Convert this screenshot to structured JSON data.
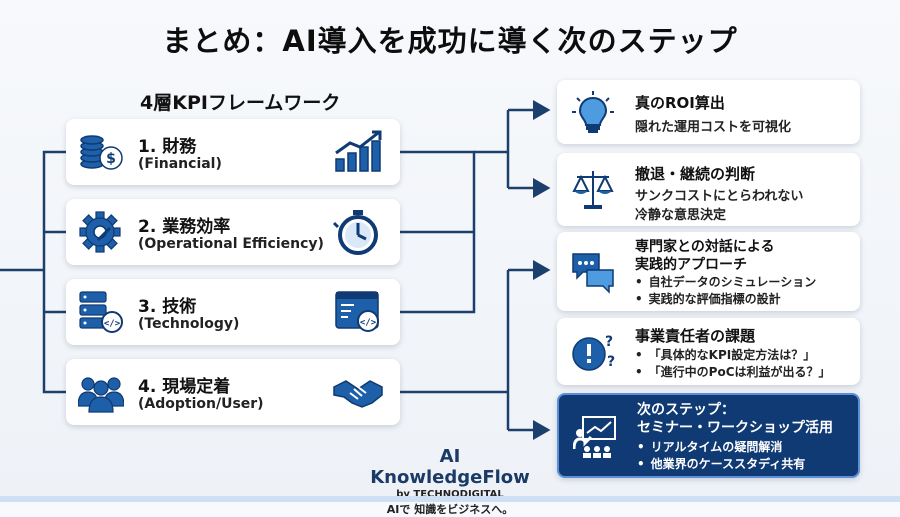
{
  "title": "まとめ：AI導入を成功に導く次のステップ",
  "framework": {
    "title": "4層KPIフレームワーク",
    "items": [
      {
        "name": "1. 財務",
        "sub": "(Financial)",
        "left_icon": "coins-icon",
        "right_icon": "growth-chart-icon"
      },
      {
        "name": "2. 業務効率",
        "sub": "(Operational Efficiency)",
        "left_icon": "gear-icon",
        "right_icon": "stopwatch-icon"
      },
      {
        "name": "3. 技術",
        "sub": "(Technology)",
        "left_icon": "server-icon",
        "right_icon": "code-window-icon"
      },
      {
        "name": "4. 現場定着",
        "sub": "(Adoption/User)",
        "left_icon": "users-icon",
        "right_icon": "handshake-icon"
      }
    ]
  },
  "steps": [
    {
      "icon": "lightbulb-icon",
      "head": "真のROI算出",
      "desc": "隠れた運用コストを可視化"
    },
    {
      "icon": "scales-icon",
      "head": "撤退・継続の判断",
      "desc_lines": [
        "サンクコストにとらわれない",
        "冷静な意思決定"
      ]
    },
    {
      "icon": "chat-bubbles-icon",
      "head_lines": [
        "専門家との対話による",
        "実践的アプローチ"
      ],
      "bullets": [
        "自社データのシミュレーション",
        "実践的な評価指標の設計"
      ]
    },
    {
      "icon": "question-exclaim-icon",
      "head": "事業責任者の課題",
      "bullets": [
        "「具体的なKPI設定方法は？」",
        "「進行中のPoCは利益が出る？」"
      ]
    },
    {
      "icon": "presentation-icon",
      "head_lines": [
        "次のステップ：",
        "セミナー・ワークショップ活用"
      ],
      "bullets": [
        "リアルタイムの疑問解消",
        "他業界のケーススタディ共有"
      ]
    }
  ],
  "brand": {
    "name": "AI KnowledgeFlow",
    "by": "by TECHNODIGITAL",
    "tagline": "AIで 知識をビジネスへ。"
  },
  "colors": {
    "accent": "#0f3a73",
    "icon_blue": "#1d5fa8",
    "line": "#1d3f6e"
  }
}
